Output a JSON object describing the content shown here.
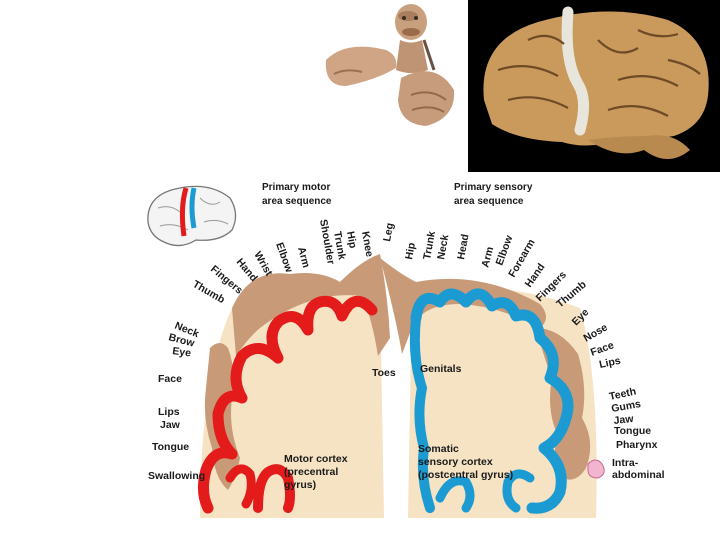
{
  "header_motor": [
    "Primary motor",
    "area sequence"
  ],
  "header_sensory": [
    "Primary sensory",
    "area sequence"
  ],
  "motor_labels_top": [
    "Knee",
    "Hip",
    "Trunk",
    "Shoulder",
    "Arm",
    "Elbow",
    "Wrist",
    "Hand",
    "Fingers",
    "Thumb"
  ],
  "motor_labels_side": [
    "Neck",
    "Brow",
    "Eye",
    "Face",
    "Lips",
    "Jaw",
    "Tongue",
    "Swallowing"
  ],
  "sensory_labels_top": [
    "Leg",
    "Hip",
    "Trunk",
    "Neck",
    "Head",
    "Arm",
    "Elbow",
    "Forearm",
    "Hand",
    "Fingers",
    "Thumb"
  ],
  "sensory_labels_side": [
    "Eye",
    "Nose",
    "Face",
    "Lips",
    "Teeth",
    "Gums",
    "Jaw",
    "Tongue",
    "Pharynx",
    "Intra-",
    "abdominal"
  ],
  "toes_label": "Toes",
  "genitals_label": "Genitals",
  "motor_cortex_caption": [
    "Motor cortex",
    "(precentral",
    "gyrus)"
  ],
  "sensory_cortex_caption": [
    "Somatic",
    "sensory cortex",
    "(postcentral gyrus)"
  ],
  "colors": {
    "motor": "#e41b1b",
    "sensory": "#1c9bd3",
    "tissue": "#f5e3c4",
    "homunculus": "#c89a78"
  }
}
